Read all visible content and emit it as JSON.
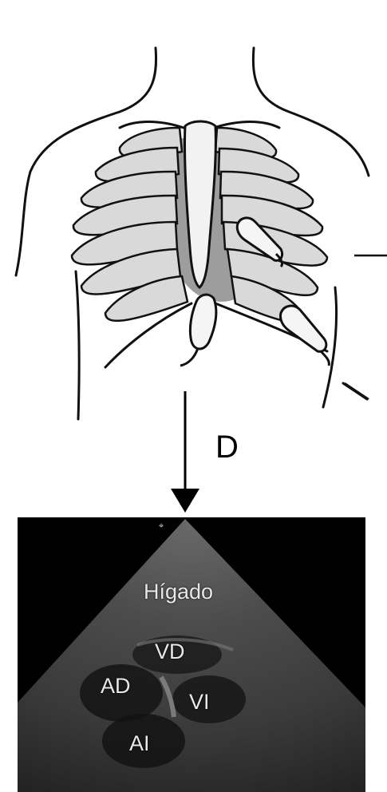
{
  "view_label": "D",
  "ultrasound": {
    "marker": "⌖",
    "labels": {
      "liver": "Hígado",
      "right_ventricle": "VD",
      "right_atrium": "AD",
      "left_ventricle": "VI",
      "left_atrium": "AI"
    }
  },
  "colors": {
    "outline": "#111111",
    "rib_fill": "#d9d9d9",
    "heart_shade": "#8c8c8c",
    "sternum_fill": "#f2f2f2",
    "probe_fill": "#f5f5f5",
    "ultrasound_background": "#000000"
  }
}
